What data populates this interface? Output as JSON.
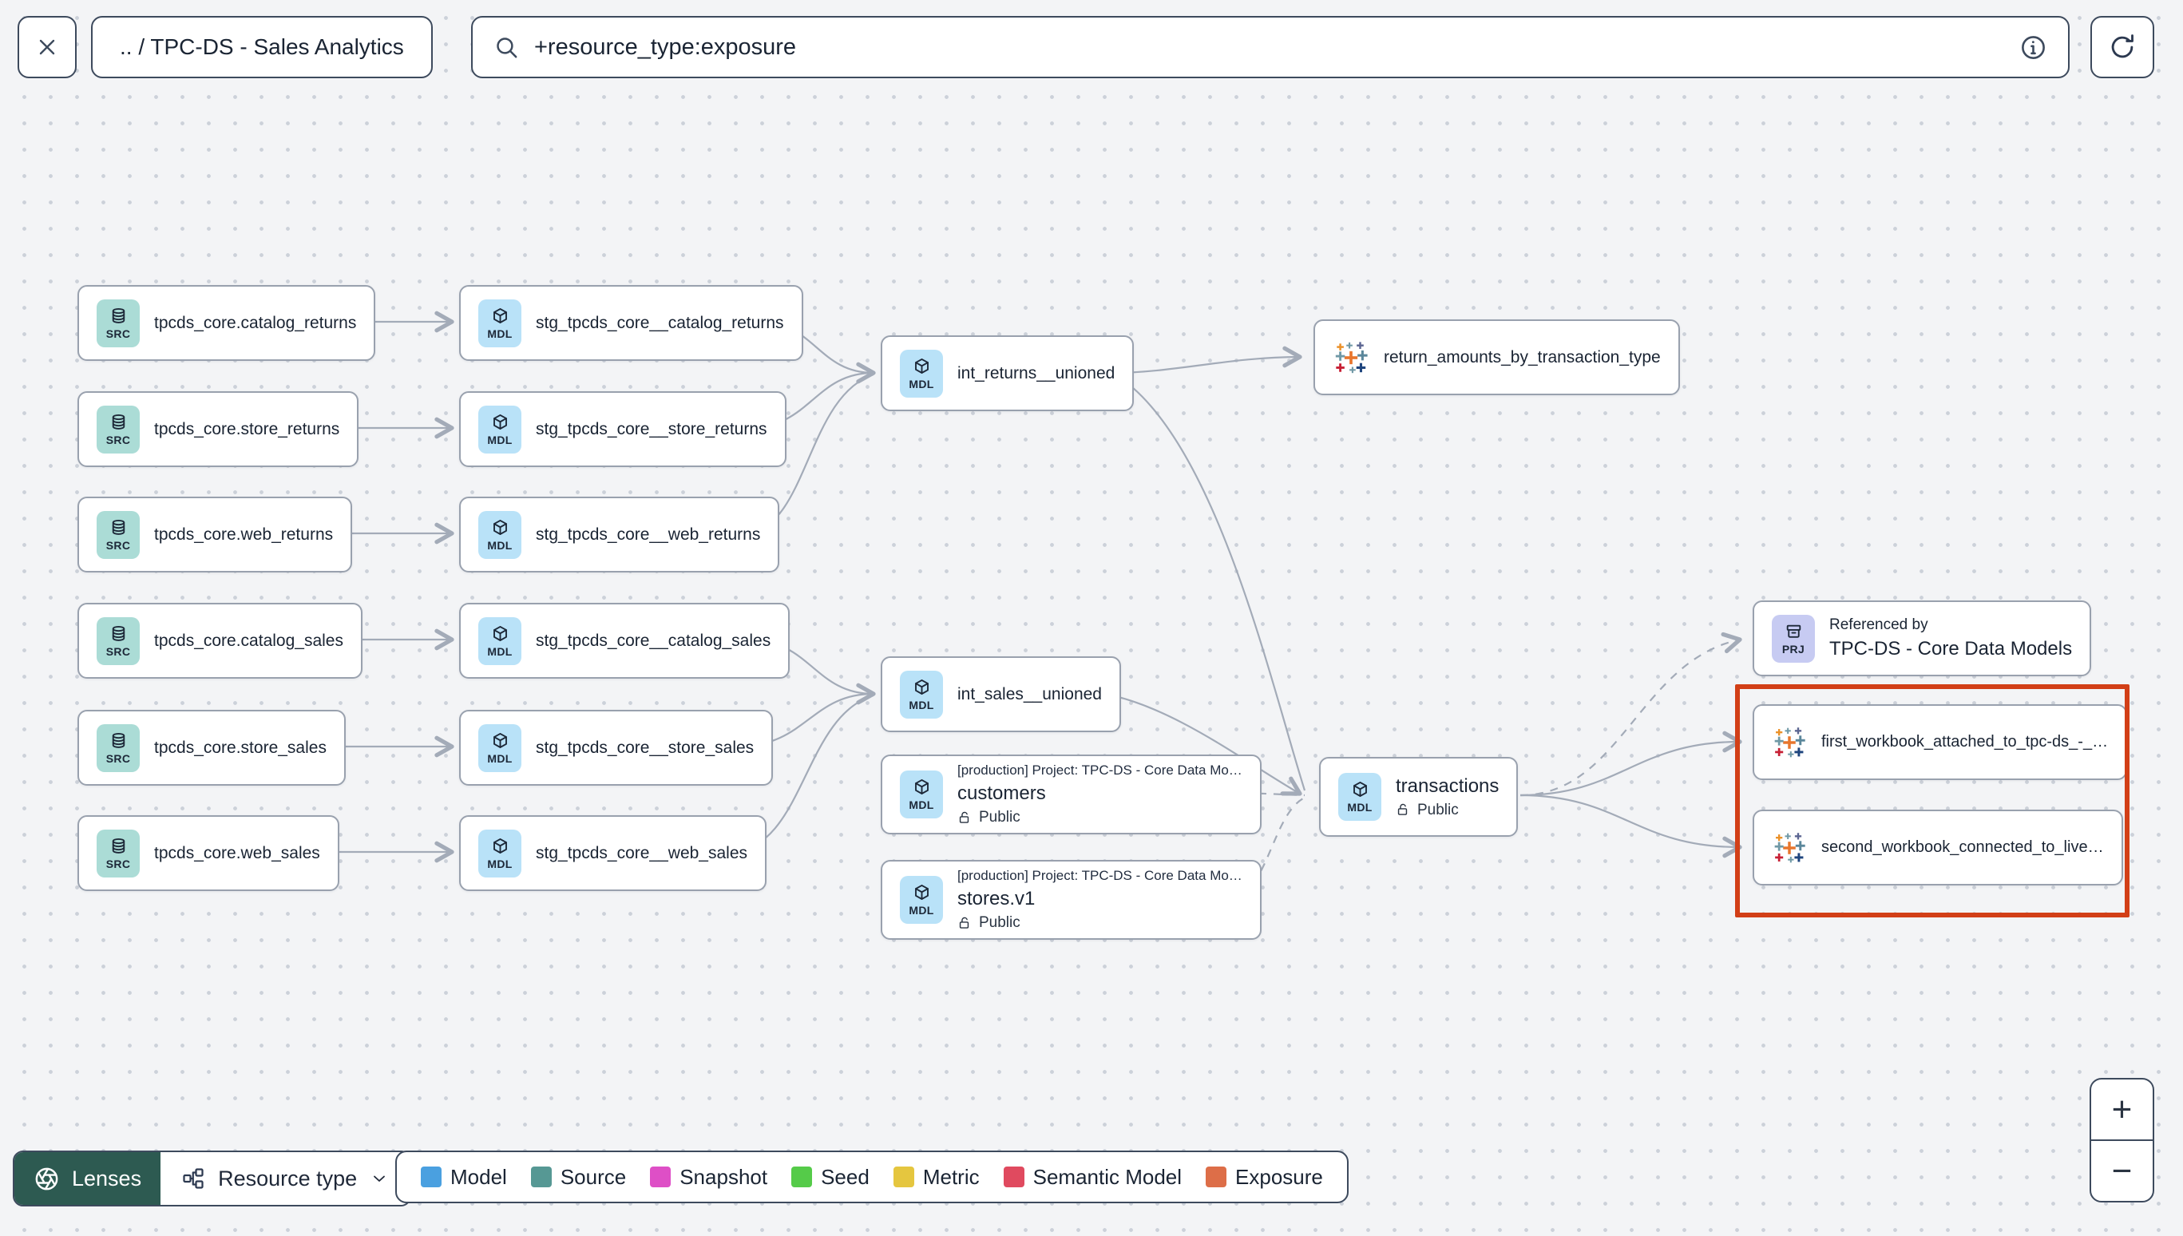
{
  "toolbar": {
    "breadcrumb": ".. / TPC-DS - Sales Analytics",
    "search": {
      "value": "+resource_type:exposure"
    }
  },
  "badges": {
    "source": "SRC",
    "model": "MDL",
    "project": "PRJ"
  },
  "graph": {
    "nodes": [
      {
        "label": "tpcds_core.catalog_returns"
      },
      {
        "label": "tpcds_core.store_returns"
      },
      {
        "label": "tpcds_core.web_returns"
      },
      {
        "label": "tpcds_core.catalog_sales"
      },
      {
        "label": "tpcds_core.store_sales"
      },
      {
        "label": "tpcds_core.web_sales"
      },
      {
        "label": "stg_tpcds_core__catalog_returns"
      },
      {
        "label": "stg_tpcds_core__store_returns"
      },
      {
        "label": "stg_tpcds_core__web_returns"
      },
      {
        "label": "stg_tpcds_core__catalog_sales"
      },
      {
        "label": "stg_tpcds_core__store_sales"
      },
      {
        "label": "stg_tpcds_core__web_sales"
      },
      {
        "label": "int_returns__unioned"
      },
      {
        "label": "int_sales__unioned"
      },
      {
        "project_line": "[production] Project: TPC-DS - Core Data Mo…",
        "label": "customers",
        "access": "Public"
      },
      {
        "project_line": "[production] Project: TPC-DS - Core Data Mo…",
        "label": "stores.v1",
        "access": "Public"
      },
      {
        "label": "return_amounts_by_transaction_type"
      },
      {
        "label": "transactions",
        "access": "Public"
      },
      {
        "title": "Referenced by",
        "label": "TPC-DS - Core Data Models"
      },
      {
        "label": "first_workbook_attached_to_tpc-ds_-_…"
      },
      {
        "label": "second_workbook_connected_to_live…"
      }
    ]
  },
  "legend": {
    "items": [
      {
        "label": "Model",
        "color": "#4AA0E0"
      },
      {
        "label": "Source",
        "color": "#569894"
      },
      {
        "label": "Snapshot",
        "color": "#DE4FC6"
      },
      {
        "label": "Seed",
        "color": "#55CB49"
      },
      {
        "label": "Metric",
        "color": "#E5C63F"
      },
      {
        "label": "Semantic Model",
        "color": "#E04A5F"
      },
      {
        "label": "Exposure",
        "color": "#DD6E48"
      }
    ]
  },
  "controls": {
    "lenses": "Lenses",
    "resource_type": "Resource type",
    "zoom_in": "+",
    "zoom_out": "−"
  },
  "colors": {
    "highlight": "#D23F17",
    "badge_source": "#ABDCD6",
    "badge_model": "#B9E2F8",
    "badge_project": "#C7CBF2",
    "lenses_bg": "#2D5A51"
  }
}
